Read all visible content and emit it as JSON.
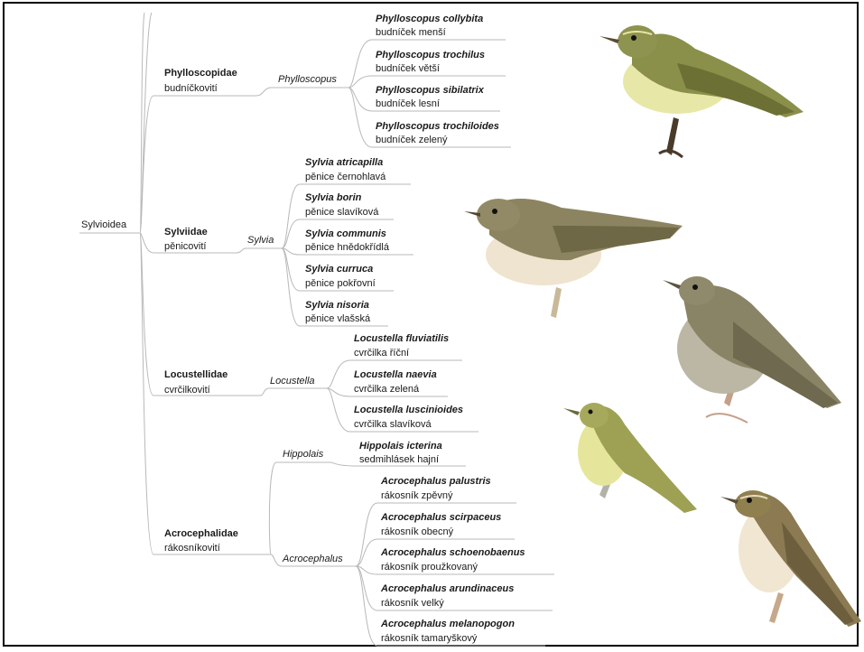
{
  "root": "Sylvioidea",
  "families": [
    {
      "name": "Phylloscopidae",
      "czech": "budníčkovití",
      "genus": "Phylloscopus",
      "species": [
        {
          "latin": "Phylloscopus collybita",
          "czech": "budníček menší"
        },
        {
          "latin": "Phylloscopus trochilus",
          "czech": "budníček větší"
        },
        {
          "latin": "Phylloscopus sibilatrix",
          "czech": "budníček lesní"
        },
        {
          "latin": "Phylloscopus trochiloides",
          "czech": "budníček zelený"
        }
      ]
    },
    {
      "name": "Sylviidae",
      "czech": "pěnicovití",
      "genus": "Sylvia",
      "species": [
        {
          "latin": "Sylvia atricapilla",
          "czech": "pěnice černohlavá"
        },
        {
          "latin": "Sylvia borin",
          "czech": "pěnice slavíková"
        },
        {
          "latin": "Sylvia communis",
          "czech": "pěnice hnědokřídlá"
        },
        {
          "latin": "Sylvia curruca",
          "czech": "pěnice pokřovní"
        },
        {
          "latin": "Sylvia nisoria",
          "czech": "pěnice vlašská"
        }
      ]
    },
    {
      "name": "Locustellidae",
      "czech": "cvrčilkovití",
      "genus": "Locustella",
      "species": [
        {
          "latin": "Locustella fluviatilis",
          "czech": "cvrčilka říční"
        },
        {
          "latin": "Locustella naevia",
          "czech": "cvrčilka zelená"
        },
        {
          "latin": "Locustella luscinioides",
          "czech": "cvrčilka slavíková"
        }
      ]
    },
    {
      "name": "Acrocephalidae",
      "czech": "rákosníkovití",
      "genera": [
        {
          "name": "Hippolais",
          "species": [
            {
              "latin": "Hippolais icterina",
              "czech": "sedmihlásek hajní"
            }
          ]
        },
        {
          "name": "Acrocephalus",
          "species": [
            {
              "latin": "Acrocephalus palustris",
              "czech": "rákosník zpěvný"
            },
            {
              "latin": "Acrocephalus scirpaceus",
              "czech": "rákosník obecný"
            },
            {
              "latin": "Acrocephalus schoenobaenus",
              "czech": "rákosník proužkovaný"
            },
            {
              "latin": "Acrocephalus arundinaceus",
              "czech": "rákosník velký"
            },
            {
              "latin": "Acrocephalus melanopogon",
              "czech": "rákosník tamaryškový"
            }
          ]
        }
      ]
    }
  ],
  "colors": {
    "branch": "#b8b8b8",
    "border": "#000000",
    "text": "#1a1a1a"
  }
}
